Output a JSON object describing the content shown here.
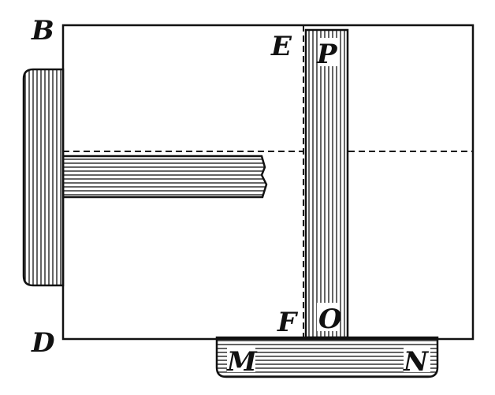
{
  "labels": {
    "B": "B",
    "D": "D",
    "E": "E",
    "P": "P",
    "F": "F",
    "O": "O",
    "M": "M",
    "N": "N"
  },
  "colors": {
    "ink": "#111111",
    "paper": "#ffffff"
  }
}
